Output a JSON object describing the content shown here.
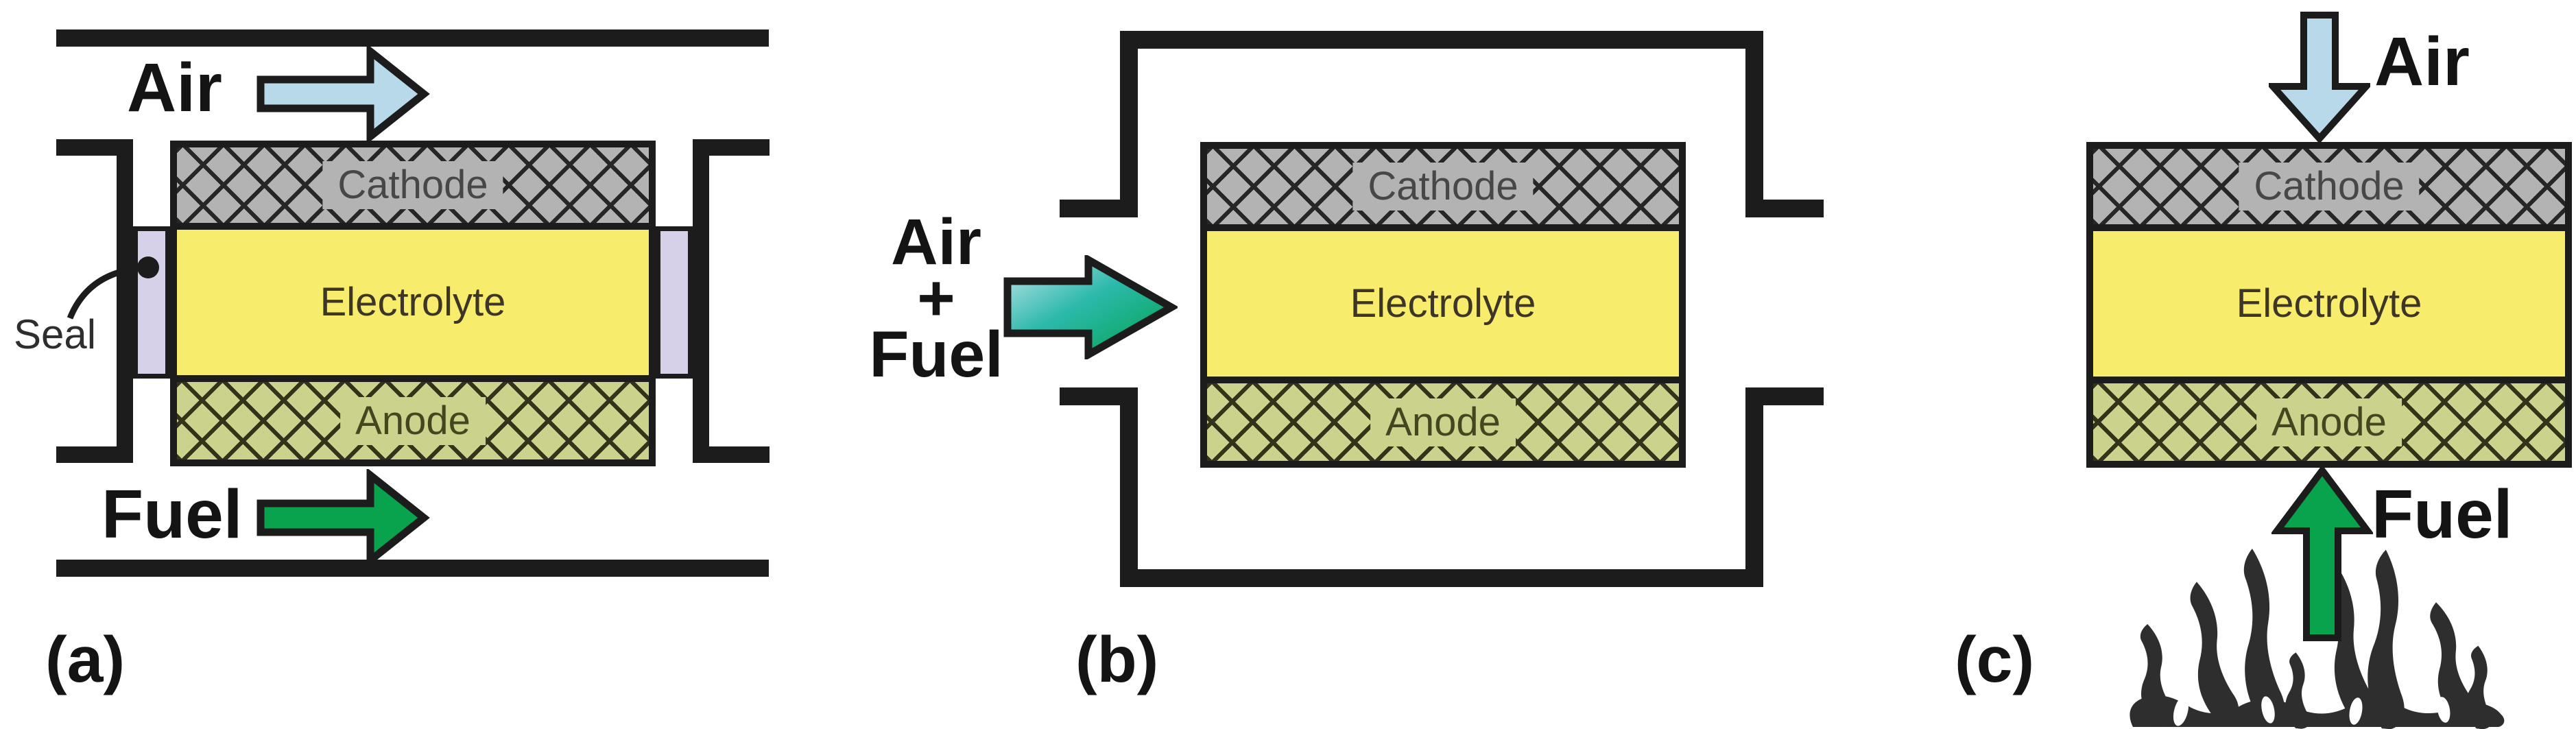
{
  "panel_a": {
    "tag": "(a)",
    "air_label": "Air",
    "fuel_label": "Fuel",
    "seal_label": "Seal",
    "cathode_label": "Cathode",
    "electrolyte_label": "Electrolyte",
    "anode_label": "Anode"
  },
  "panel_b": {
    "tag": "(b)",
    "mix_air": "Air",
    "mix_plus": "+",
    "mix_fuel": "Fuel",
    "cathode_label": "Cathode",
    "electrolyte_label": "Electrolyte",
    "anode_label": "Anode"
  },
  "panel_c": {
    "tag": "(c)",
    "air_label": "Air",
    "fuel_label": "Fuel",
    "cathode_label": "Cathode",
    "electrolyte_label": "Electrolyte",
    "anode_label": "Anode"
  },
  "colors": {
    "outline": "#1c1c1c",
    "cathode_fill": "#b3b3b3",
    "anode_fill": "#cbd28c",
    "electrolyte_fill": "#f8ec6d",
    "seal_fill": "#d6d0e9",
    "air_arrow_fill": "#b8d9e9",
    "fuel_arrow_fill": "#09a24d",
    "mix_arrow_gradient": [
      "#c6e6ec",
      "#2cb9ab",
      "#00a14d"
    ],
    "flame_fill": "#2e2e2e"
  }
}
